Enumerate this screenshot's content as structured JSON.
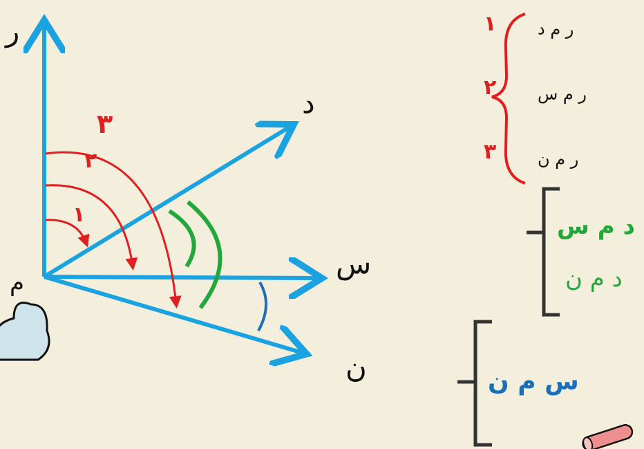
{
  "diagram": {
    "rays": {
      "r": "ر",
      "d": "د",
      "s": "س",
      "n": "ن",
      "vertex": "م"
    },
    "arc_numbers": [
      "١",
      "٢",
      "٣"
    ],
    "red_group": {
      "rows": [
        "ر م د",
        "ر م س",
        "ر م ن"
      ],
      "numbers": [
        "١",
        "٢",
        "٣"
      ]
    },
    "green_group": {
      "rows": [
        "د م س",
        "د م ن"
      ]
    },
    "blue_group": {
      "rows": [
        "س م ن"
      ]
    },
    "colors": {
      "background": "#f3efdc",
      "rays": "#1aa3e0",
      "red": "#e02020",
      "green": "#22a83a",
      "blue": "#1a6fb8",
      "cloud": "#cfe3ea",
      "chalk": "#ef8e8e"
    }
  }
}
